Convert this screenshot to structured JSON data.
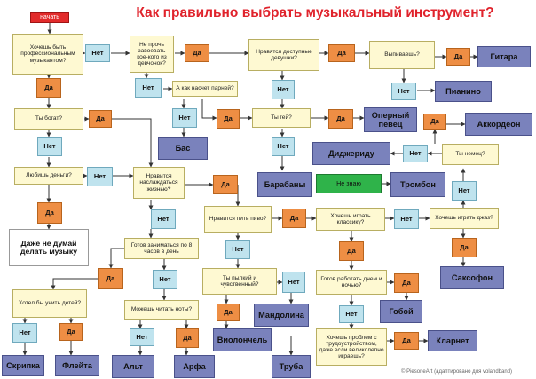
{
  "title": "Как правильно выбрать музыкальный инструмент?",
  "credit": "© PiesoneArt (адаптировано для volandband)",
  "colors": {
    "question": "#fef9d2",
    "yes": "#ee8e44",
    "no": "#bfe3ee",
    "result": "#7a82bc",
    "start": "#e22b2b",
    "dont_know": "#2fb34a",
    "title": "#e0232c"
  },
  "diagram": {
    "start": "начать",
    "questions": {
      "professional": "Хочешь быть профессиональным музыкантом?",
      "cool_girls": "Не прочь завоевать кое-кого из девчонок?",
      "accessible_girls": "Нравятся доступные девушки?",
      "drink": "Выпиваешь?",
      "guys": "А как насчет парней?",
      "gay": "Ты гей?",
      "rich": "Ты богат?",
      "german": "Ты немец?",
      "love_money": "Любишь деньги?",
      "enjoy_life": "Нравится наслаждаться жизнью?",
      "beer": "Нравится пить пиво?",
      "classic": "Хочешь играть классику?",
      "jazz": "Хочешь играть джаз?",
      "early": "Готов заниматься по 8 часов в день",
      "passionate": "Ты пылкий и чувственный?",
      "work": "Готов работать днем и ночью?",
      "kids": "Хотел бы учить детей?",
      "notes": "Можешь читать ноты?",
      "employment": "Хочешь проблем с трудоустройством, даже если великолепно играешь?"
    },
    "answers": {
      "yes": "Да",
      "no": "Нет"
    },
    "dont_know": "Не знаю",
    "advice": "Даже не думай делать музыку",
    "results": {
      "guitar": "Гитара",
      "piano": "Пианино",
      "accordion": "Аккордеон",
      "opera": "Оперный певец",
      "bass": "Бас",
      "didgeridoo": "Диджериду",
      "drums": "Барабаны",
      "trombone": "Тромбон",
      "saxophone": "Саксофон",
      "mandolin": "Мандолина",
      "oboe": "Гобой",
      "cello": "Виолончель",
      "clarinet": "Кларнет",
      "violin": "Скрипка",
      "flute": "Флейта",
      "viola": "Альт",
      "harp": "Арфа",
      "trumpet": "Труба"
    }
  }
}
